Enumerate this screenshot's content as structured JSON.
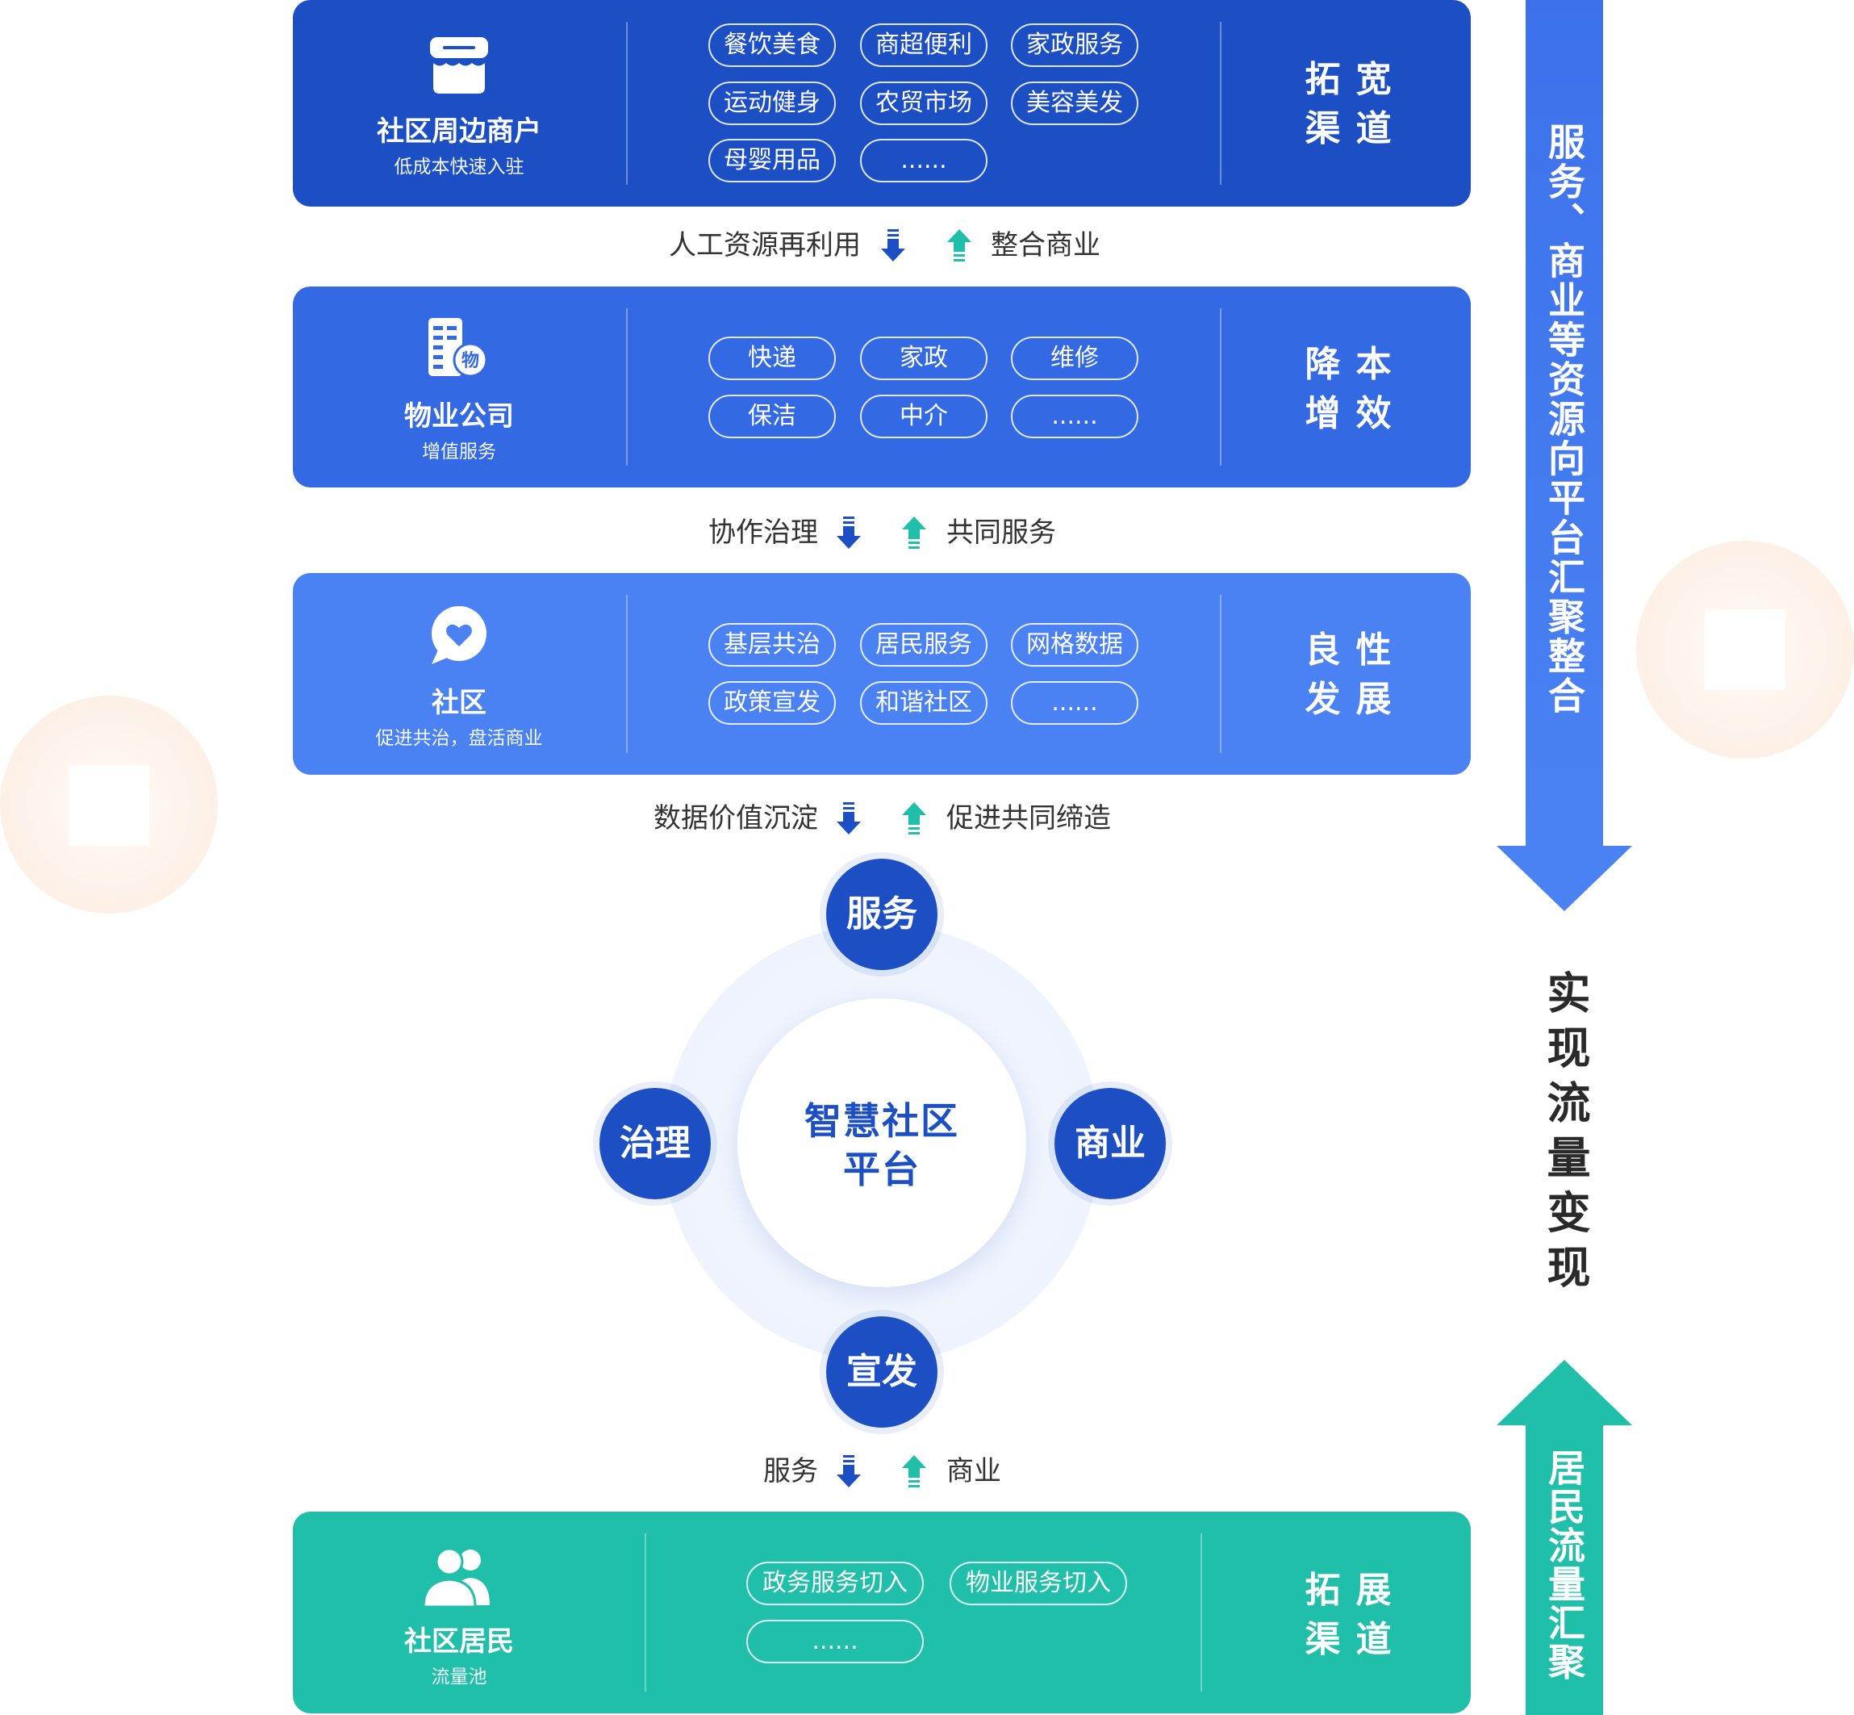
{
  "panels": [
    {
      "icon": "storefront-icon",
      "title": "社区周边商户",
      "subtitle": "低成本快速入驻",
      "tags": [
        "餐饮美食",
        "商超便利",
        "家政服务",
        "运动健身",
        "农贸市场",
        "美容美发",
        "母婴用品",
        "......"
      ],
      "side_text": [
        "拓宽",
        "渠道"
      ],
      "color": "#1c4fc4"
    },
    {
      "icon": "building-icon",
      "icon_badge": "物",
      "title": "物业公司",
      "subtitle": "增值服务",
      "tags": [
        "快递",
        "家政",
        "维修",
        "保洁",
        "中介",
        "......"
      ],
      "side_text": [
        "降本",
        "增效"
      ],
      "color": "#3369e3"
    },
    {
      "icon": "heart-chat-icon",
      "title": "社区",
      "subtitle": "促进共治，盘活商业",
      "tags": [
        "基层共治",
        "居民服务",
        "网格数据",
        "政策宣发",
        "和谐社区",
        "......"
      ],
      "side_text": [
        "良性",
        "发展"
      ],
      "color": "#4a82f3"
    },
    {
      "icon": "residents-icon",
      "title": "社区居民",
      "subtitle": "流量池",
      "tags": [
        "政务服务切入",
        "物业服务切入",
        "......"
      ],
      "side_text": [
        "拓展",
        "渠道"
      ],
      "color": "#1fbfa9"
    }
  ],
  "connectors": [
    {
      "down": "人工资源再利用",
      "up": "整合商业"
    },
    {
      "down": "协作治理",
      "up": "共同服务"
    },
    {
      "down": "数据价值沉淀",
      "up": "促进共同缔造"
    },
    {
      "down": "服务",
      "up": "商业"
    }
  ],
  "platform": {
    "center_lines": [
      "智慧社区",
      "平台"
    ],
    "nodes": {
      "top": "服务",
      "left": "治理",
      "right": "商业",
      "bottom": "宣发"
    }
  },
  "side_flow": {
    "down_arrow_text": "服务、商业等资源向平台汇聚整合",
    "middle_text": "实现流量变现",
    "up_arrow_text": "居民流量汇聚"
  },
  "colors": {
    "dark_blue": "#1c4fc4",
    "blue": "#3369e3",
    "light_blue": "#4a82f3",
    "teal": "#1fbfa9",
    "ring": "#eef3fd",
    "text_dark": "#333333"
  }
}
